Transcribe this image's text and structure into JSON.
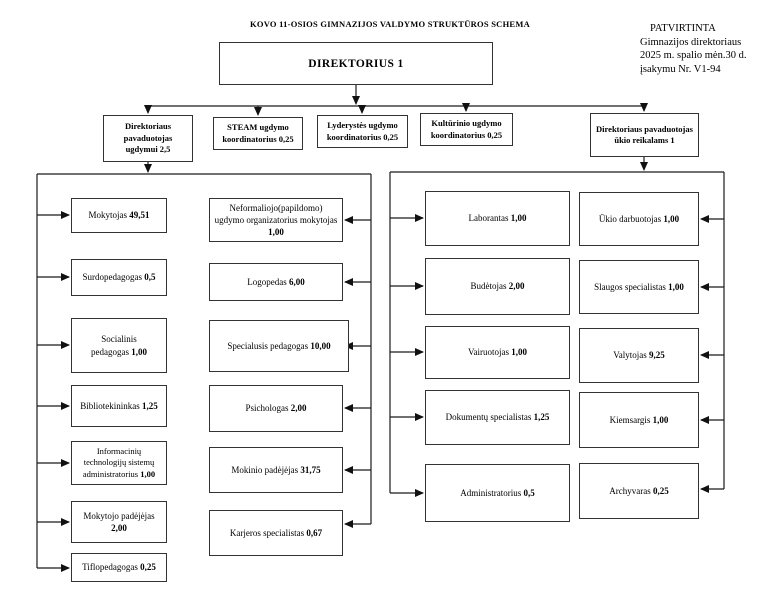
{
  "header": {
    "title": "KOVO 11-OSIOS GIMNAZIJOS VALDYMO STRUKTŪROS SCHEMA",
    "approval": {
      "line1": "PATVIRTINTA",
      "line2": "Gimnazijos direktoriaus",
      "line3": "2025 m. spalio mėn.30 d.",
      "line4": "įsakymu Nr. V1-94"
    }
  },
  "org": {
    "director": "DIREKTORIUS 1",
    "deputies": [
      "Direktoriaus pavaduotojas ugdymui 2,5",
      "STEAM ugdymo koordinatorius 0,25",
      "Lyderystės ugdymo koordinatorius 0,25",
      "Kultūrinio ugdymo koordinatorius 0,25",
      "Direktoriaus pavaduotojas ūkio reikalams 1"
    ],
    "education_left": [
      {
        "name": "Mokytojas",
        "fte": "49,51"
      },
      {
        "name": "Surdopedagogas",
        "fte": "0,5"
      },
      {
        "name": "Socialinis pedagogas",
        "fte": "1,00"
      },
      {
        "name": "Bibliotekininkas",
        "fte": "1,25"
      },
      {
        "name": "Informacinių technologijų sistemų administratorius",
        "fte": "1,00"
      },
      {
        "name": "Mokytojo padėjėjas",
        "fte": "2,00"
      },
      {
        "name": "Tiflopedagogas",
        "fte": "0,25"
      }
    ],
    "education_right": [
      {
        "name": "Neformaliojo(papildomo) ugdymo organizatorius mokytojas",
        "fte": "1,00"
      },
      {
        "name": "Logopedas",
        "fte": "6,00"
      },
      {
        "name": "Specialusis pedagogas",
        "fte": "10,00"
      },
      {
        "name": "Psichologas",
        "fte": "2,00"
      },
      {
        "name": "Mokinio padėjėjas",
        "fte": "31,75"
      },
      {
        "name": "Karjeros specialistas",
        "fte": "0,67"
      }
    ],
    "maintenance_left": [
      {
        "name": "Laborantas",
        "fte": "1,00"
      },
      {
        "name": "Budėtojas",
        "fte": "2,00"
      },
      {
        "name": "Vairuotojas",
        "fte": "1,00"
      },
      {
        "name": "Dokumentų specialistas",
        "fte": "1,25"
      },
      {
        "name": "Administratorius",
        "fte": "0,5"
      }
    ],
    "maintenance_right": [
      {
        "name": "Ūkio darbuotojas",
        "fte": "1,00"
      },
      {
        "name": "Slaugos specialistas",
        "fte": "1,00"
      },
      {
        "name": "Valytojas",
        "fte": "9,25"
      },
      {
        "name": "Kiemsargis",
        "fte": "1,00"
      },
      {
        "name": "Archyvaras",
        "fte": "0,25"
      }
    ]
  }
}
